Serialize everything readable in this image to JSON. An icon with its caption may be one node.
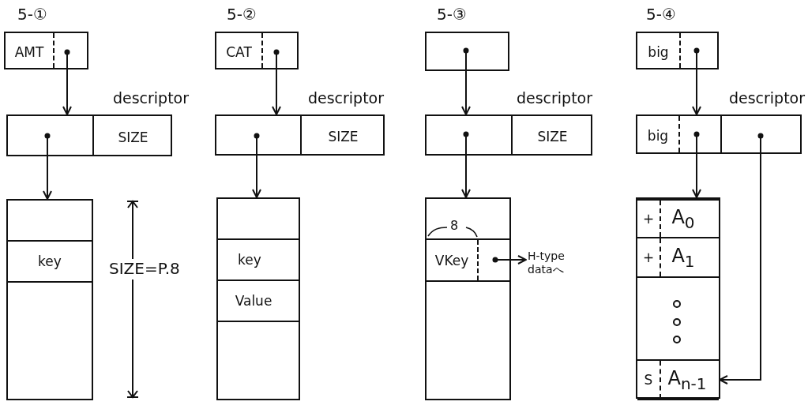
{
  "diagram": {
    "nodes": [
      {
        "text": [
          "AMT"
        ]
      },
      {
        "text": [
          "descriptor",
          "SIZE"
        ]
      },
      {
        "text": [],
        "shape": "box"
      },
      {
        "text": [
          "key"
        ],
        "in": 2
      },
      {
        "text": [
          "CAT"
        ]
      },
      {
        "text": [
          "descriptor",
          "SIZE"
        ]
      },
      {
        "text": [],
        "shape": "box"
      },
      {
        "text": [
          "key"
        ],
        "in": 6
      },
      {
        "text": [
          "Value"
        ],
        "in": 6
      },
      {
        "text": [],
        "shape": "box"
      },
      {
        "text": [
          "descriptor",
          "SIZE"
        ]
      },
      {
        "text": [],
        "shape": "box"
      },
      {
        "text": [
          "VKey"
        ],
        "in": 11
      },
      {
        "text": [
          "H-type dataへ"
        ]
      },
      {
        "text": [
          "big"
        ]
      },
      {
        "text": [
          "descriptor",
          "big"
        ]
      },
      {
        "text": [],
        "shape": "box"
      },
      {
        "text": [
          "+",
          "A$_{0}$"
        ],
        "in": 16
      },
      {
        "text": [
          "+",
          "A$_{1}$"
        ],
        "in": 16
      },
      {
        "text": [
          "S",
          "A$_{n-1}$"
        ],
        "in": 16
      }
    ],
    "edges": [
      {
        "from": 0,
        "to": 1,
        "arrow": "to"
      },
      {
        "from": 1,
        "to": 2,
        "arrow": "to"
      },
      {
        "from": 4,
        "to": 5,
        "arrow": "to"
      },
      {
        "from": 5,
        "to": 6,
        "arrow": "to"
      },
      {
        "from": 9,
        "to": 10,
        "arrow": "to"
      },
      {
        "from": 10,
        "to": 11,
        "arrow": "to"
      },
      {
        "from": 12,
        "to": 13,
        "arrow": "to"
      },
      {
        "from": 14,
        "to": 15,
        "arrow": "to"
      },
      {
        "from": 15,
        "to": 16,
        "arrow": "to"
      },
      {
        "from": 15,
        "to": 19,
        "arrow": "to"
      }
    ],
    "labels": [
      "5-①",
      "5-②",
      "5-③",
      "5-④",
      "SIZE=P.8",
      "8"
    ]
  }
}
